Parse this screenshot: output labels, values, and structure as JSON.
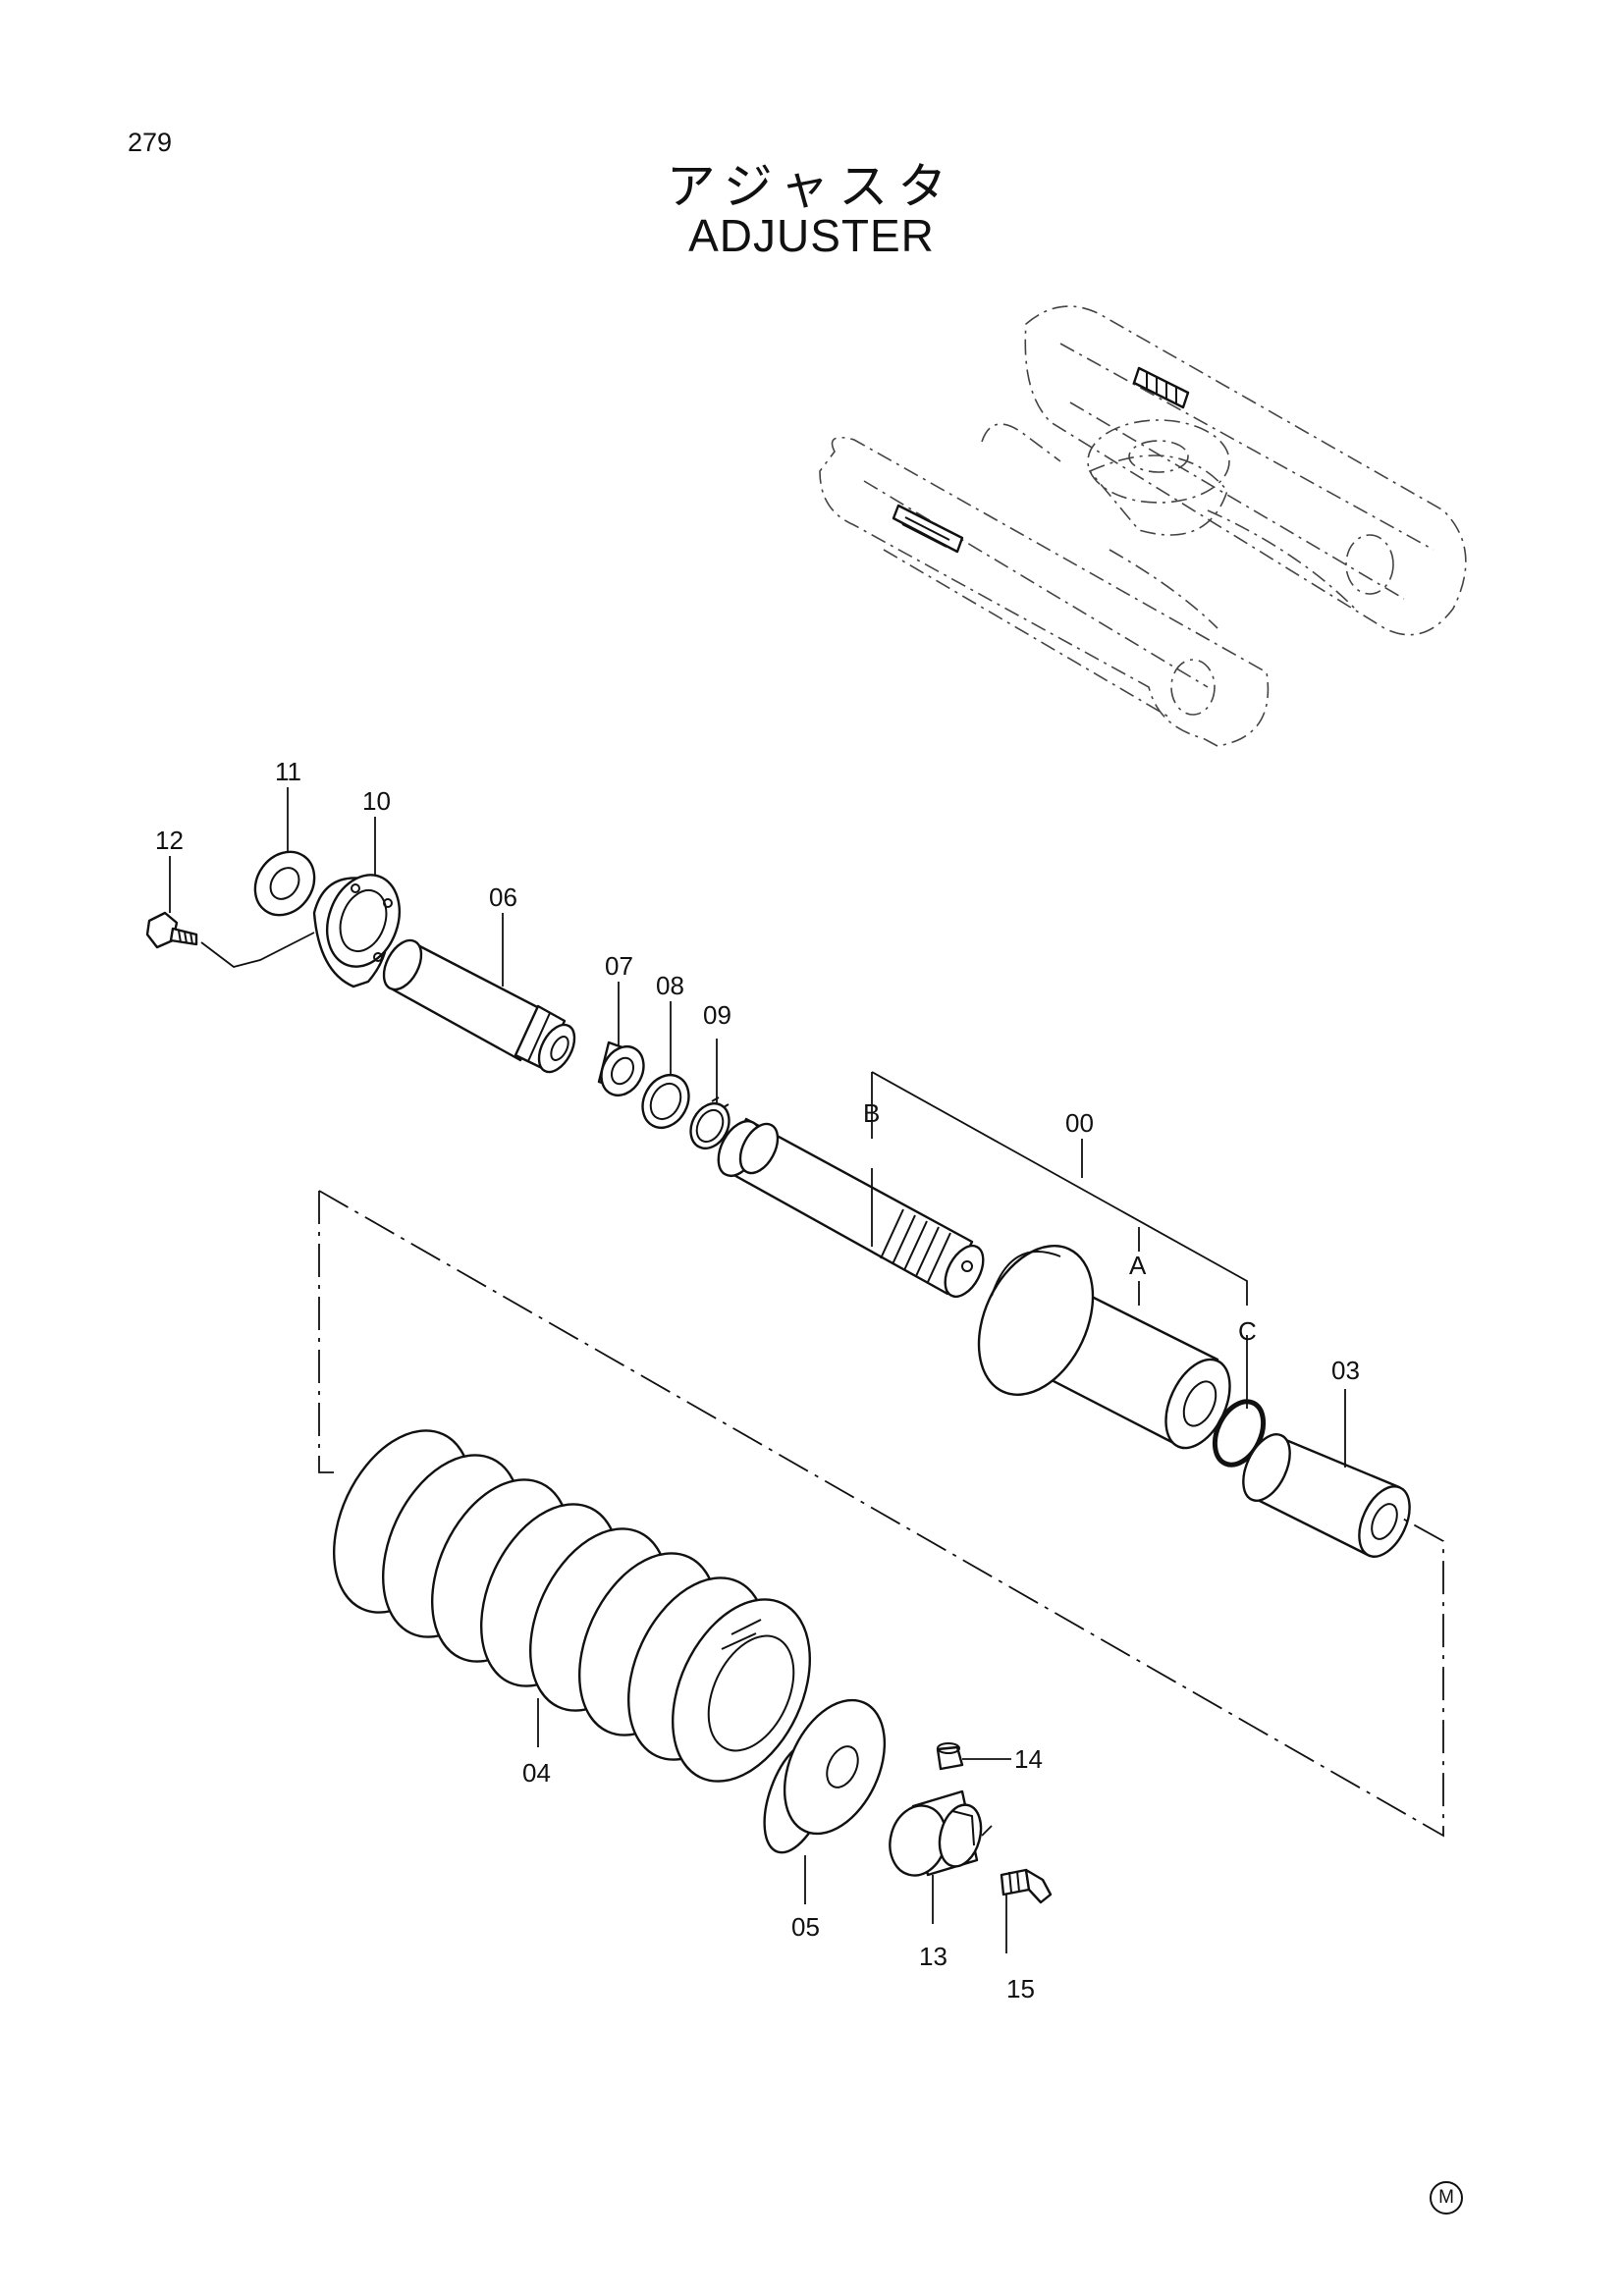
{
  "page_number": "279",
  "title_jp": "アジャスタ",
  "title_en": "ADJUSTER",
  "mark": "M",
  "callouts": {
    "p00": "00",
    "p03": "03",
    "p04": "04",
    "p05": "05",
    "p06": "06",
    "p07": "07",
    "p08": "08",
    "p09": "09",
    "p10": "10",
    "p11": "11",
    "p12": "12",
    "p13": "13",
    "p14": "14",
    "p15": "15",
    "a": "A",
    "b": "B",
    "c": "C"
  }
}
